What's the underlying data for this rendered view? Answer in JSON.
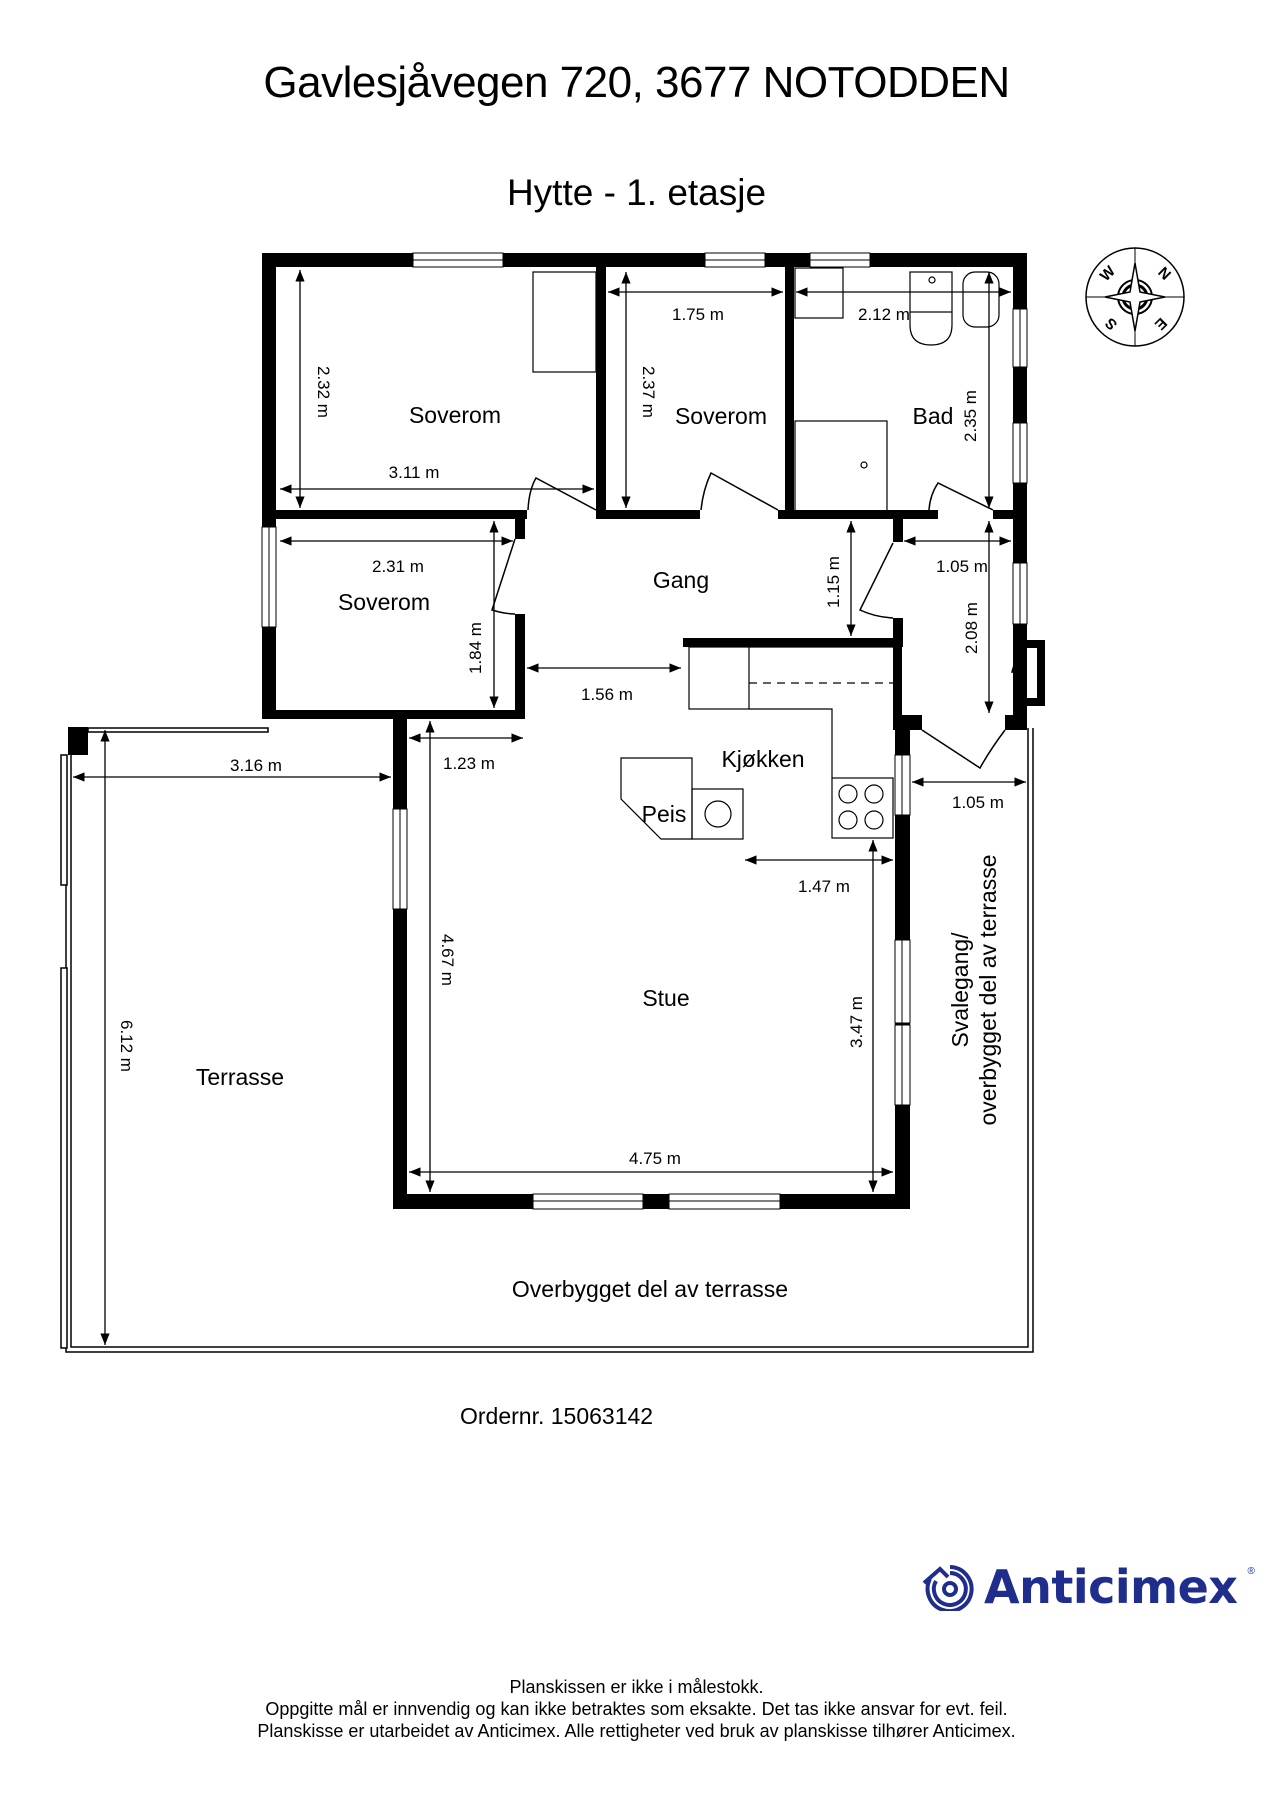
{
  "header": {
    "address": "Gavlesjåvegen 720, 3677 NOTODDEN",
    "floor": "Hytte - 1. etasje"
  },
  "compass": {
    "icon": "compass-rose-icon",
    "labels": [
      "W",
      "N",
      "E",
      "S"
    ]
  },
  "rooms": [
    {
      "name": "Soverom",
      "width": "3.11 m",
      "depth": "2.32 m"
    },
    {
      "name": "Soverom",
      "width": "1.75 m",
      "depth": "2.37 m"
    },
    {
      "name": "Bad",
      "width": "2.12 m",
      "depth": "2.35 m"
    },
    {
      "name": "Soverom",
      "width": "2.31 m",
      "depth": "1.84 m"
    },
    {
      "name": "Gang",
      "width": "1.56 m",
      "depth": "1.15 m"
    },
    {
      "name": "Kjøkken"
    },
    {
      "name": "Peis"
    },
    {
      "name": "Stue",
      "width": "4.75 m",
      "depth": "4.67 m",
      "depth2": "3.47 m",
      "width2": "1.47 m",
      "width3": "1.23 m"
    },
    {
      "name": "Terrasse",
      "width": "3.16 m",
      "depth": "6.12 m"
    },
    {
      "name": "Overbygget del av terrasse"
    },
    {
      "name_line1": "Svalegang/",
      "name_line2": "overbygget del av terrasse",
      "width": "1.05 m"
    }
  ],
  "entry": {
    "width": "1.05 m",
    "depth": "2.08 m"
  },
  "order": "Ordernr. 15063142",
  "brand": {
    "name": "Anticimex",
    "registered": "®",
    "color": "#1f2d8c"
  },
  "footer": {
    "line1": "Planskissen er ikke i målestokk.",
    "line2": "Oppgitte mål er innvendig og kan ikke betraktes som eksakte. Det tas ikke ansvar for evt. feil.",
    "line3": "Planskisse er utarbeidet av Anticimex. Alle rettigheter ved bruk av planskisse tilhører Anticimex."
  }
}
